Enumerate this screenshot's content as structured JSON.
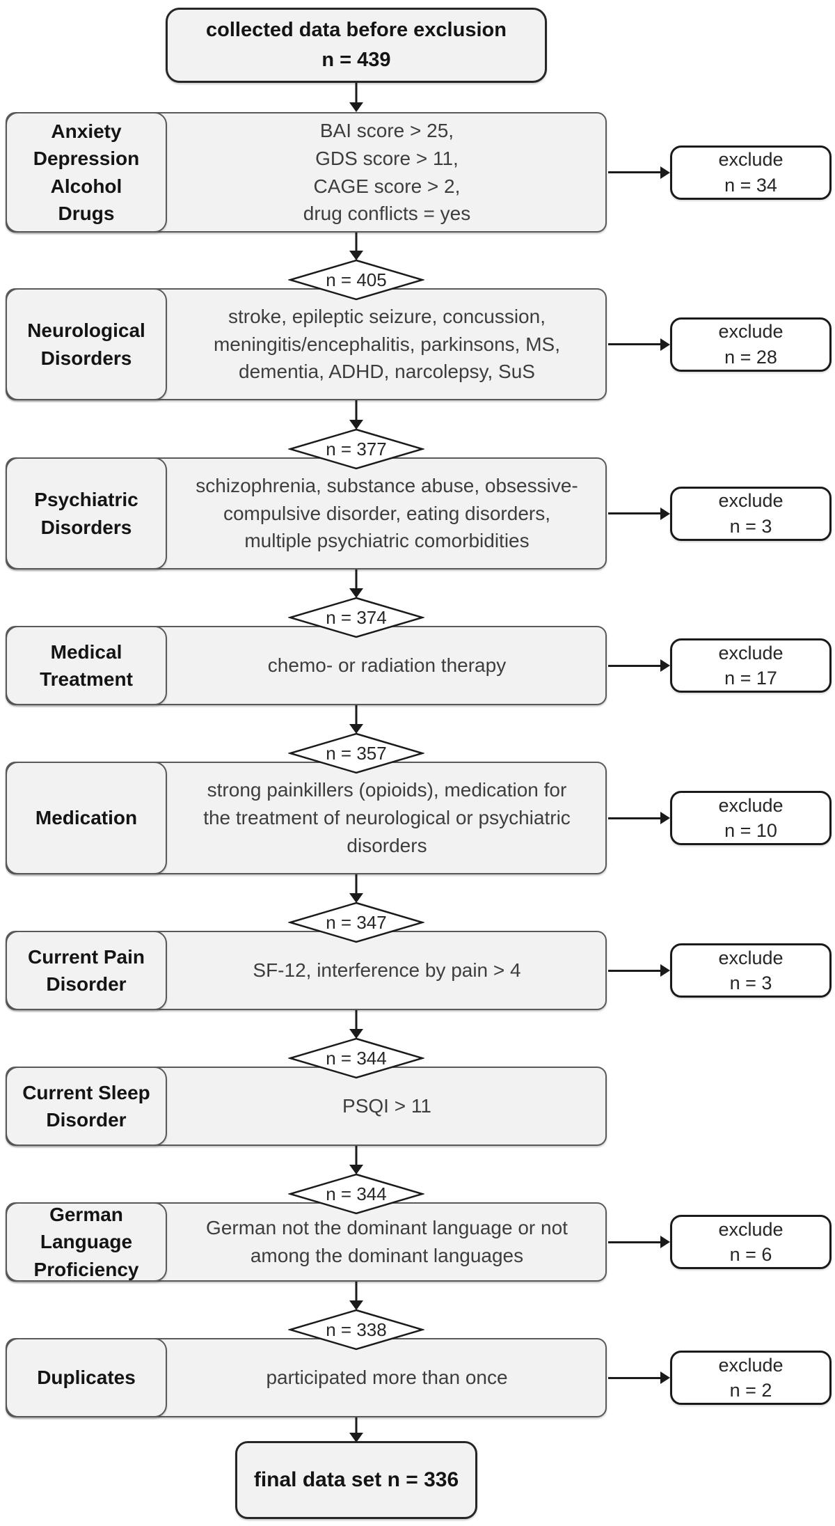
{
  "colors": {
    "box_fill": "#f2f2f2",
    "box_border_gray": "#595959",
    "outline_dark": "#1a1a1a",
    "text_bold_dark": "#141414",
    "text_gray": "#3d3d3d",
    "shape_fill_white": "#ffffff"
  },
  "start_box": {
    "text": "collected data before exclusion\nn = 439"
  },
  "final_box": {
    "text": "final data set n = 336"
  },
  "stages": [
    {
      "label": "Anxiety\nDepression\nAlcohol\nDrugs",
      "criteria": "BAI score > 25,\nGDS score > 11,\nCAGE score > 2,\ndrug conflicts = yes",
      "exclude": "exclude\nn = 34"
    },
    {
      "entry_n": "n = 405",
      "label": "Neurological\nDisorders",
      "criteria": "stroke, epileptic seizure, concussion,\nmeningitis/encephalitis, parkinsons, MS,\ndementia, ADHD, narcolepsy, SuS",
      "exclude": "exclude\nn = 28"
    },
    {
      "entry_n": "n = 377",
      "label": "Psychiatric\nDisorders",
      "criteria": "schizophrenia, substance abuse, obsessive-\ncompulsive disorder, eating disorders,\nmultiple psychiatric comorbidities",
      "exclude": "exclude\nn = 3"
    },
    {
      "entry_n": "n = 374",
      "label": "Medical\nTreatment",
      "criteria": "chemo- or radiation therapy",
      "exclude": "exclude\nn = 17"
    },
    {
      "entry_n": "n = 357",
      "label": "Medication",
      "criteria": "strong painkillers (opioids), medication for\nthe treatment of neurological or psychiatric\ndisorders",
      "exclude": "exclude\nn = 10"
    },
    {
      "entry_n": "n = 347",
      "label": "Current Pain\nDisorder",
      "criteria": "SF-12, interference by pain > 4",
      "exclude": "exclude\nn = 3"
    },
    {
      "entry_n": "n = 344",
      "label": "Current Sleep\nDisorder",
      "criteria": "PSQI > 11",
      "exclude": null
    },
    {
      "entry_n": "n = 344",
      "label": "German\nLanguage\nProficiency",
      "criteria": "German not the dominant language or not\namong the dominant languages",
      "exclude": "exclude\nn = 6"
    },
    {
      "entry_n": "n = 338",
      "label": "Duplicates",
      "criteria": "participated more than once",
      "exclude": "exclude\nn = 2"
    }
  ]
}
